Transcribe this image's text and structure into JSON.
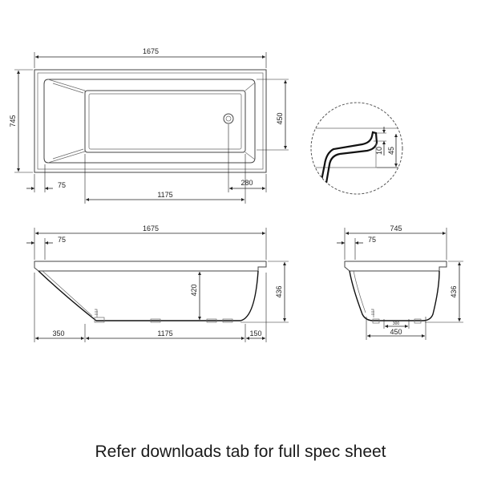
{
  "plan": {
    "overall_length": "1675",
    "overall_width": "745",
    "basin_width": "450",
    "rim_offset": "75",
    "basin_length": "1175",
    "waste_offset": "280"
  },
  "detail": {
    "lip": "10",
    "rim_height": "45"
  },
  "side_elevation": {
    "overall_length": "1675",
    "rim_offset": "75",
    "depth": "420",
    "height": "436",
    "left_offset": "350",
    "base_length": "1175",
    "right_offset": "150"
  },
  "end_elevation": {
    "overall_width": "745",
    "rim_offset": "75",
    "height": "436",
    "base_width": "450",
    "waste_width": "300"
  },
  "caption": "Refer downloads tab for full spec sheet"
}
